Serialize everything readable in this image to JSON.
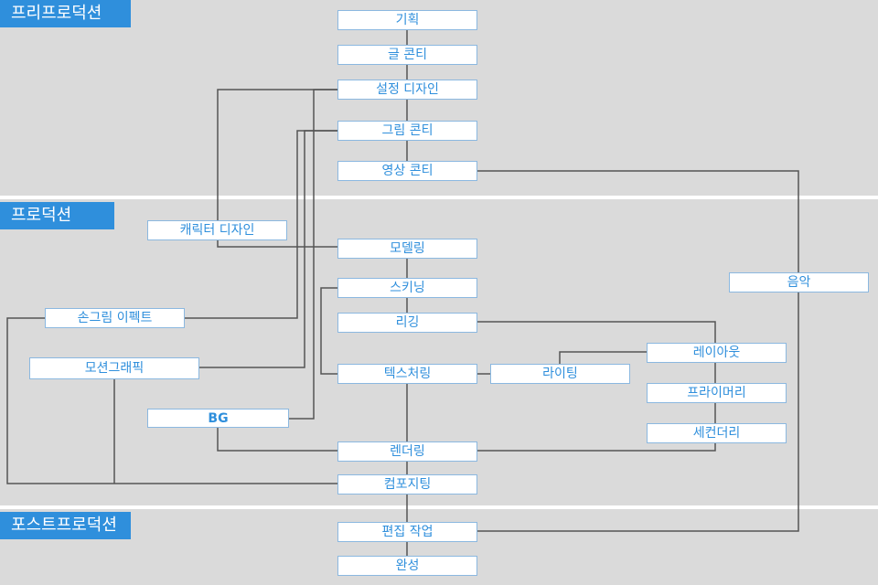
{
  "stages": {
    "pre": "프리프로덕션",
    "prod": "프로덕션",
    "post": "포스트프로덕션"
  },
  "nodes": {
    "planning": "기획",
    "script_storyboard": "글 콘티",
    "setting_design": "설정 디자인",
    "picture_storyboard": "그림 콘티",
    "video_storyboard": "영상 콘티",
    "character_design": "캐릭터 디자인",
    "modeling": "모델링",
    "music": "음악",
    "skinning": "스키닝",
    "hand_drawn_effects": "손그림 이펙트",
    "rigging": "리깅",
    "layout": "레이아웃",
    "motion_graphics": "모션그래픽",
    "texturing": "텍스처링",
    "lighting": "라이팅",
    "primary": "프라이머리",
    "bg": "BG",
    "secondary": "세컨더리",
    "rendering": "렌더링",
    "compositing": "컴포지팅",
    "editing": "편집 작업",
    "completion": "완성"
  }
}
